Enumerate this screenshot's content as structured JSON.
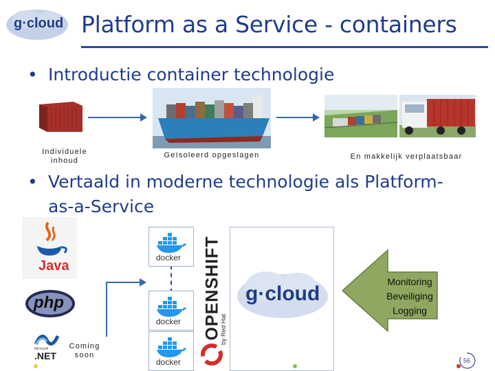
{
  "header": {
    "logo_text": "g·cloud",
    "title": "Platform as a Service - containers"
  },
  "bullets": [
    {
      "text": "Introductie container technologie"
    },
    {
      "text": "Vertaald in moderne technologie als Platform-as-a-Service"
    }
  ],
  "bullet2_lines": [
    "Vertaald in moderne technologie als Platform-",
    "as-a-Service"
  ],
  "captions": {
    "individual": [
      "Individuele",
      "inhoud"
    ],
    "isolated": "Geïsoleerd opgeslagen",
    "transport": "En makkelijk verplaatsbaar"
  },
  "tech_logos": {
    "java": "Java",
    "php": "php",
    "dotnet_small": "Microsoft",
    "dotnet": ".NET",
    "coming_soon": [
      "Coming",
      "soon"
    ]
  },
  "docker": {
    "label": "docker"
  },
  "openshift": {
    "name": "OPENSHIFT",
    "by": "by Red Hat"
  },
  "gcloud_center": "g·cloud",
  "arrow_box": {
    "lines": [
      "Monitoring",
      "Beveiliging",
      "Logging"
    ]
  },
  "footer": {
    "slide_number": "56"
  },
  "colors": {
    "title": "#1f3c8c",
    "arrow_fill": "#8fa760",
    "container_red": "#b8352c"
  }
}
